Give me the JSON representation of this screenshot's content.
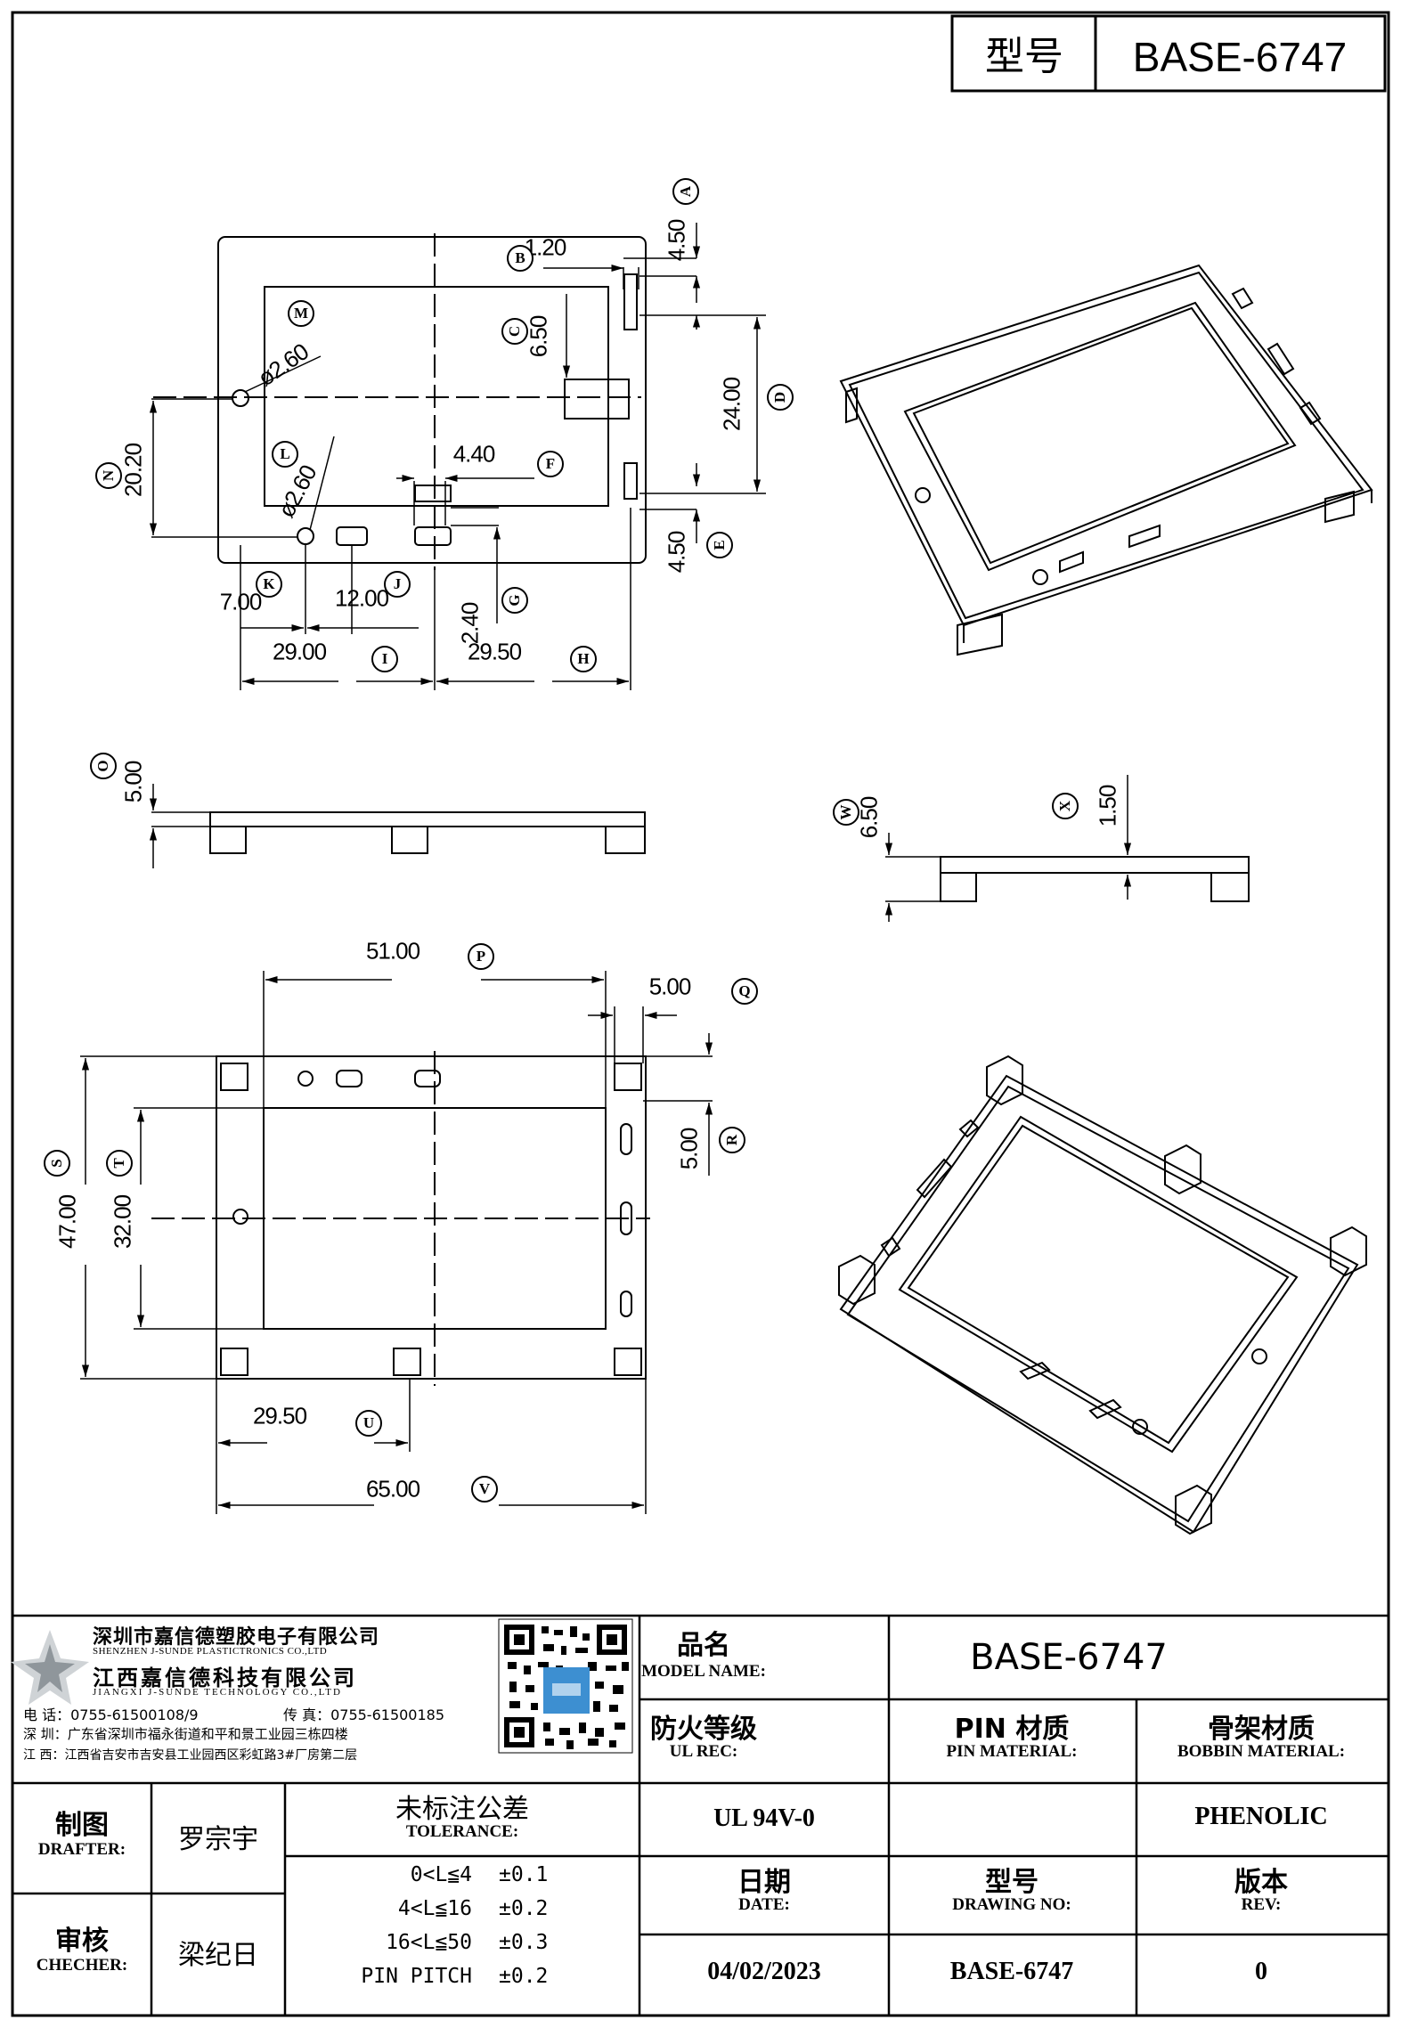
{
  "header": {
    "model_label": "型号",
    "model_value": "BASE-6747"
  },
  "dims": {
    "A": "4.50",
    "B": "1.20",
    "C": "6.50",
    "D": "24.00",
    "E": "4.50",
    "F": "4.40",
    "G": "2.40",
    "H": "29.50",
    "I": "29.00",
    "J": "12.00",
    "K": "7.00",
    "L": "ø2.60",
    "M": "ø2.60",
    "N": "20.20",
    "O": "5.00",
    "P": "51.00",
    "Q": "5.00",
    "R": "5.00",
    "S": "47.00",
    "T": "32.00",
    "U": "29.50",
    "V": "65.00",
    "W": "6.50",
    "X": "1.50"
  },
  "company": {
    "name_cn_1": "深圳市嘉信德塑胶电子有限公司",
    "name_en_1": "SHENZHEN J-SUNDE PLASTICTRONICS CO.,LTD",
    "name_cn_2": "江西嘉信德科技有限公司",
    "name_en_2": "JIANGXI J-SUNDE TECHNOLOGY CO.,LTD",
    "tel": "电 话：0755-61500108/9",
    "fax": "传 真：0755-61500185",
    "addr_sz": "深 圳：广东省深圳市福永街道和平和景工业园三栋四楼",
    "addr_jx": "江 西：江西省吉安市吉安县工业园西区彩虹路3#厂房第二层"
  },
  "title_block": {
    "model_name_cn": "品名",
    "model_name_en": "MODEL NAME:",
    "model_name_value": "BASE-6747",
    "ul_cn": "防火等级",
    "ul_en": "UL REC:",
    "ul_value": "UL 94V-0",
    "pin_cn": "PIN 材质",
    "pin_en": "PIN MATERIAL:",
    "pin_value": "",
    "bobbin_cn": "骨架材质",
    "bobbin_en": "BOBBIN MATERIAL:",
    "bobbin_value": "PHENOLIC",
    "drafter_cn": "制图",
    "drafter_en": "DRAFTER:",
    "drafter_value": "罗宗宇",
    "checker_cn": "审核",
    "checker_en": "CHECHER:",
    "checker_value": "梁纪日",
    "tol_cn": "未标注公差",
    "tol_en": "TOLERANCE:",
    "tol_rows": [
      {
        "range": "0<L≦4",
        "value": "±0.1"
      },
      {
        "range": "4<L≦16",
        "value": "±0.2"
      },
      {
        "range": "16<L≦50",
        "value": "±0.3"
      },
      {
        "range": "PIN PITCH",
        "value": "±0.2"
      }
    ],
    "date_cn": "日期",
    "date_en": "DATE:",
    "date_value": "04/02/2023",
    "dwg_cn": "型号",
    "dwg_en": "DRAWING NO:",
    "dwg_value": "BASE-6747",
    "rev_cn": "版本",
    "rev_en": "REV:",
    "rev_value": "0"
  }
}
